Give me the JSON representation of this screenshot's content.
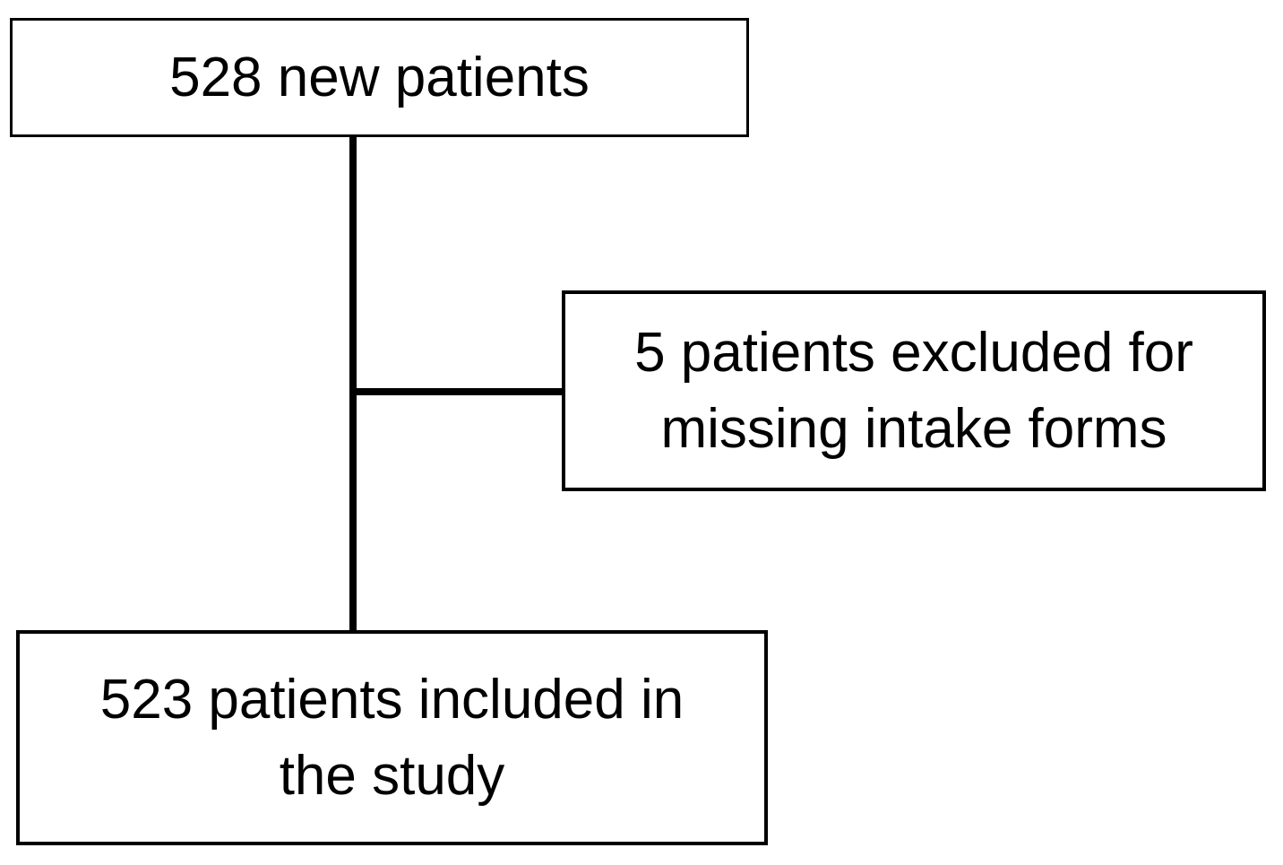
{
  "colors": {
    "background": "#ffffff",
    "line": "#000000",
    "text": "#000000"
  },
  "nodes": {
    "new_patients": {
      "lines": [
        "528 new patients"
      ]
    },
    "excluded": {
      "lines": [
        "5 patients excluded for",
        "missing intake forms"
      ]
    },
    "included": {
      "lines": [
        "523 patients included in",
        "the study"
      ]
    }
  }
}
